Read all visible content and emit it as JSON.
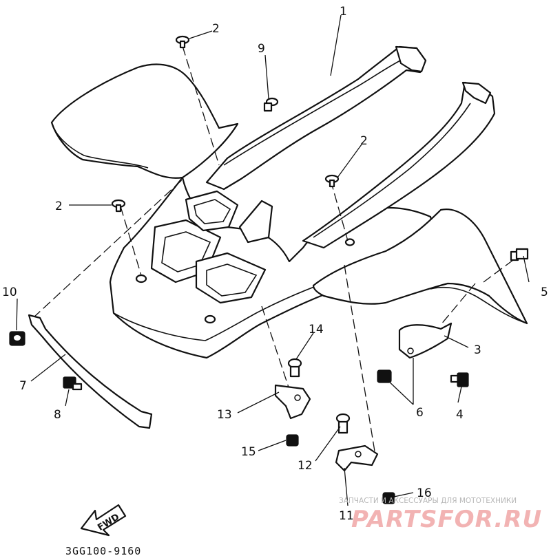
{
  "diagram": {
    "labels": [
      "1",
      "2",
      "2",
      "2",
      "3",
      "4",
      "5",
      "6",
      "7",
      "8",
      "9",
      "10",
      "11",
      "12",
      "13",
      "14",
      "15",
      "16"
    ],
    "arrow_label": "FWD",
    "drawing_code": "3GG100-9160",
    "watermark": {
      "tagline": "ЗАПЧАСТИ И АКСЕССУАРЫ ДЛЯ МОТОТЕХНИКИ",
      "brand": "PARTSFOR.RU",
      "brand_color": "#f2b3b3"
    }
  }
}
